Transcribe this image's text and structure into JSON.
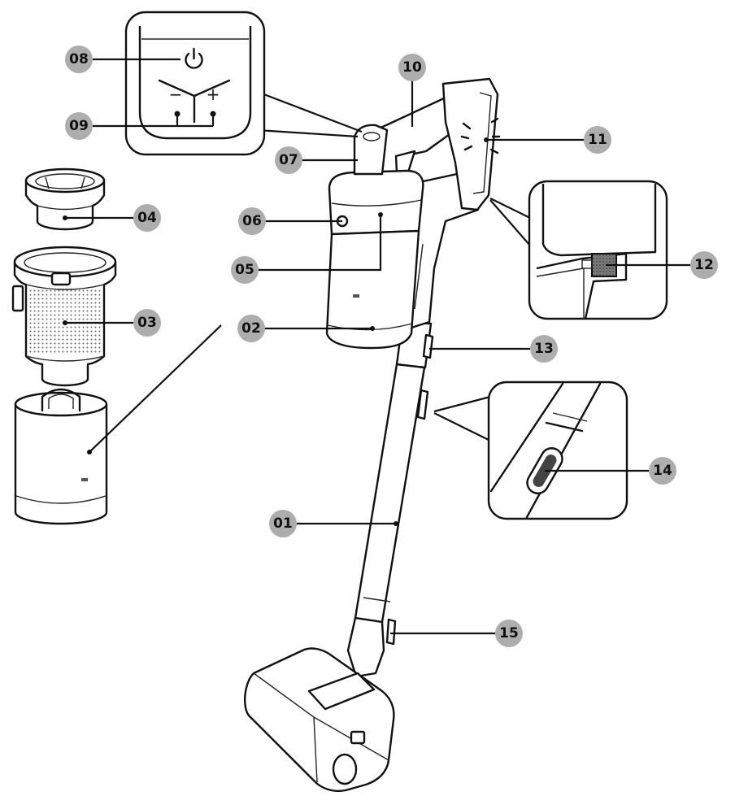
{
  "callouts": [
    "01",
    "02",
    "03",
    "04",
    "05",
    "06",
    "07",
    "08",
    "09",
    "10",
    "11",
    "12",
    "13",
    "14",
    "15"
  ],
  "control_panel": {
    "minus_symbol": "−",
    "plus_symbol": "+",
    "power_icon": "power-icon"
  },
  "colors": {
    "callout_fill": "#adadad",
    "line": "#111111"
  }
}
